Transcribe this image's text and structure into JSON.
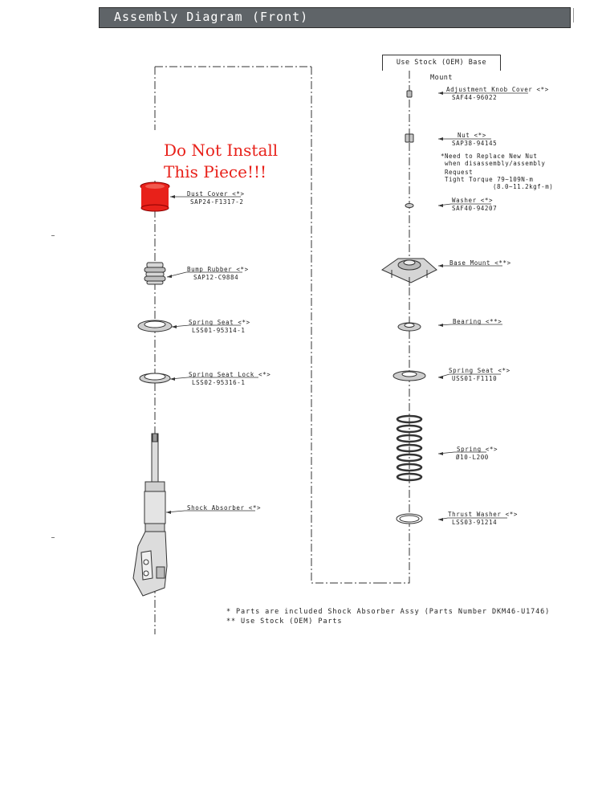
{
  "header": {
    "title": "Assembly  Diagram",
    "subtitle": "(Front)"
  },
  "warning": {
    "line1": "Do Not Install",
    "line2": "This Piece!!!",
    "color": "#e8211a"
  },
  "stock_box_label": "Use Stock (OEM) Base Mount",
  "left_parts": [
    {
      "name": "Dust Cover <*>",
      "number": "SAP24-F1317-2"
    },
    {
      "name": "Bump Rubber <*>",
      "number": "SAP12-C9884"
    },
    {
      "name": "Spring Seat <*>",
      "number": "LSS01-95314-1"
    },
    {
      "name": "Spring Seat Lock <*>",
      "number": "LSS02-95316-1"
    },
    {
      "name": "Shock Absorber <*>",
      "number": ""
    }
  ],
  "right_parts": [
    {
      "name": "Adjustment Knob Cover <*>",
      "number": "SAF44-96022"
    },
    {
      "name": "Nut <*>",
      "number": "SAP38-94145"
    },
    {
      "name": "Washer <*>",
      "number": "SAF40-94207"
    },
    {
      "name": "Base Mount <**>",
      "number": ""
    },
    {
      "name": "Bearing <**>",
      "number": ""
    },
    {
      "name": "Spring Seat <*>",
      "number": "USS01-F1110"
    },
    {
      "name": "Spring <*>",
      "number": "Ø10-L200"
    },
    {
      "name": "Thrust Washer <*>",
      "number": "LSS03-91214"
    }
  ],
  "nut_note": {
    "line1": "*Need to Replace New Nut",
    "line2": "when disassembly/assembly",
    "line3": "Request",
    "line4": "Tight Torque 79~109N-m",
    "line5": "(8.0~11.2kgf-m)"
  },
  "footnotes": {
    "line1": "*  Parts are included Shock Absorber Assy (Parts Number DKM46-U1746)",
    "line2": "** Use Stock (OEM) Parts"
  }
}
